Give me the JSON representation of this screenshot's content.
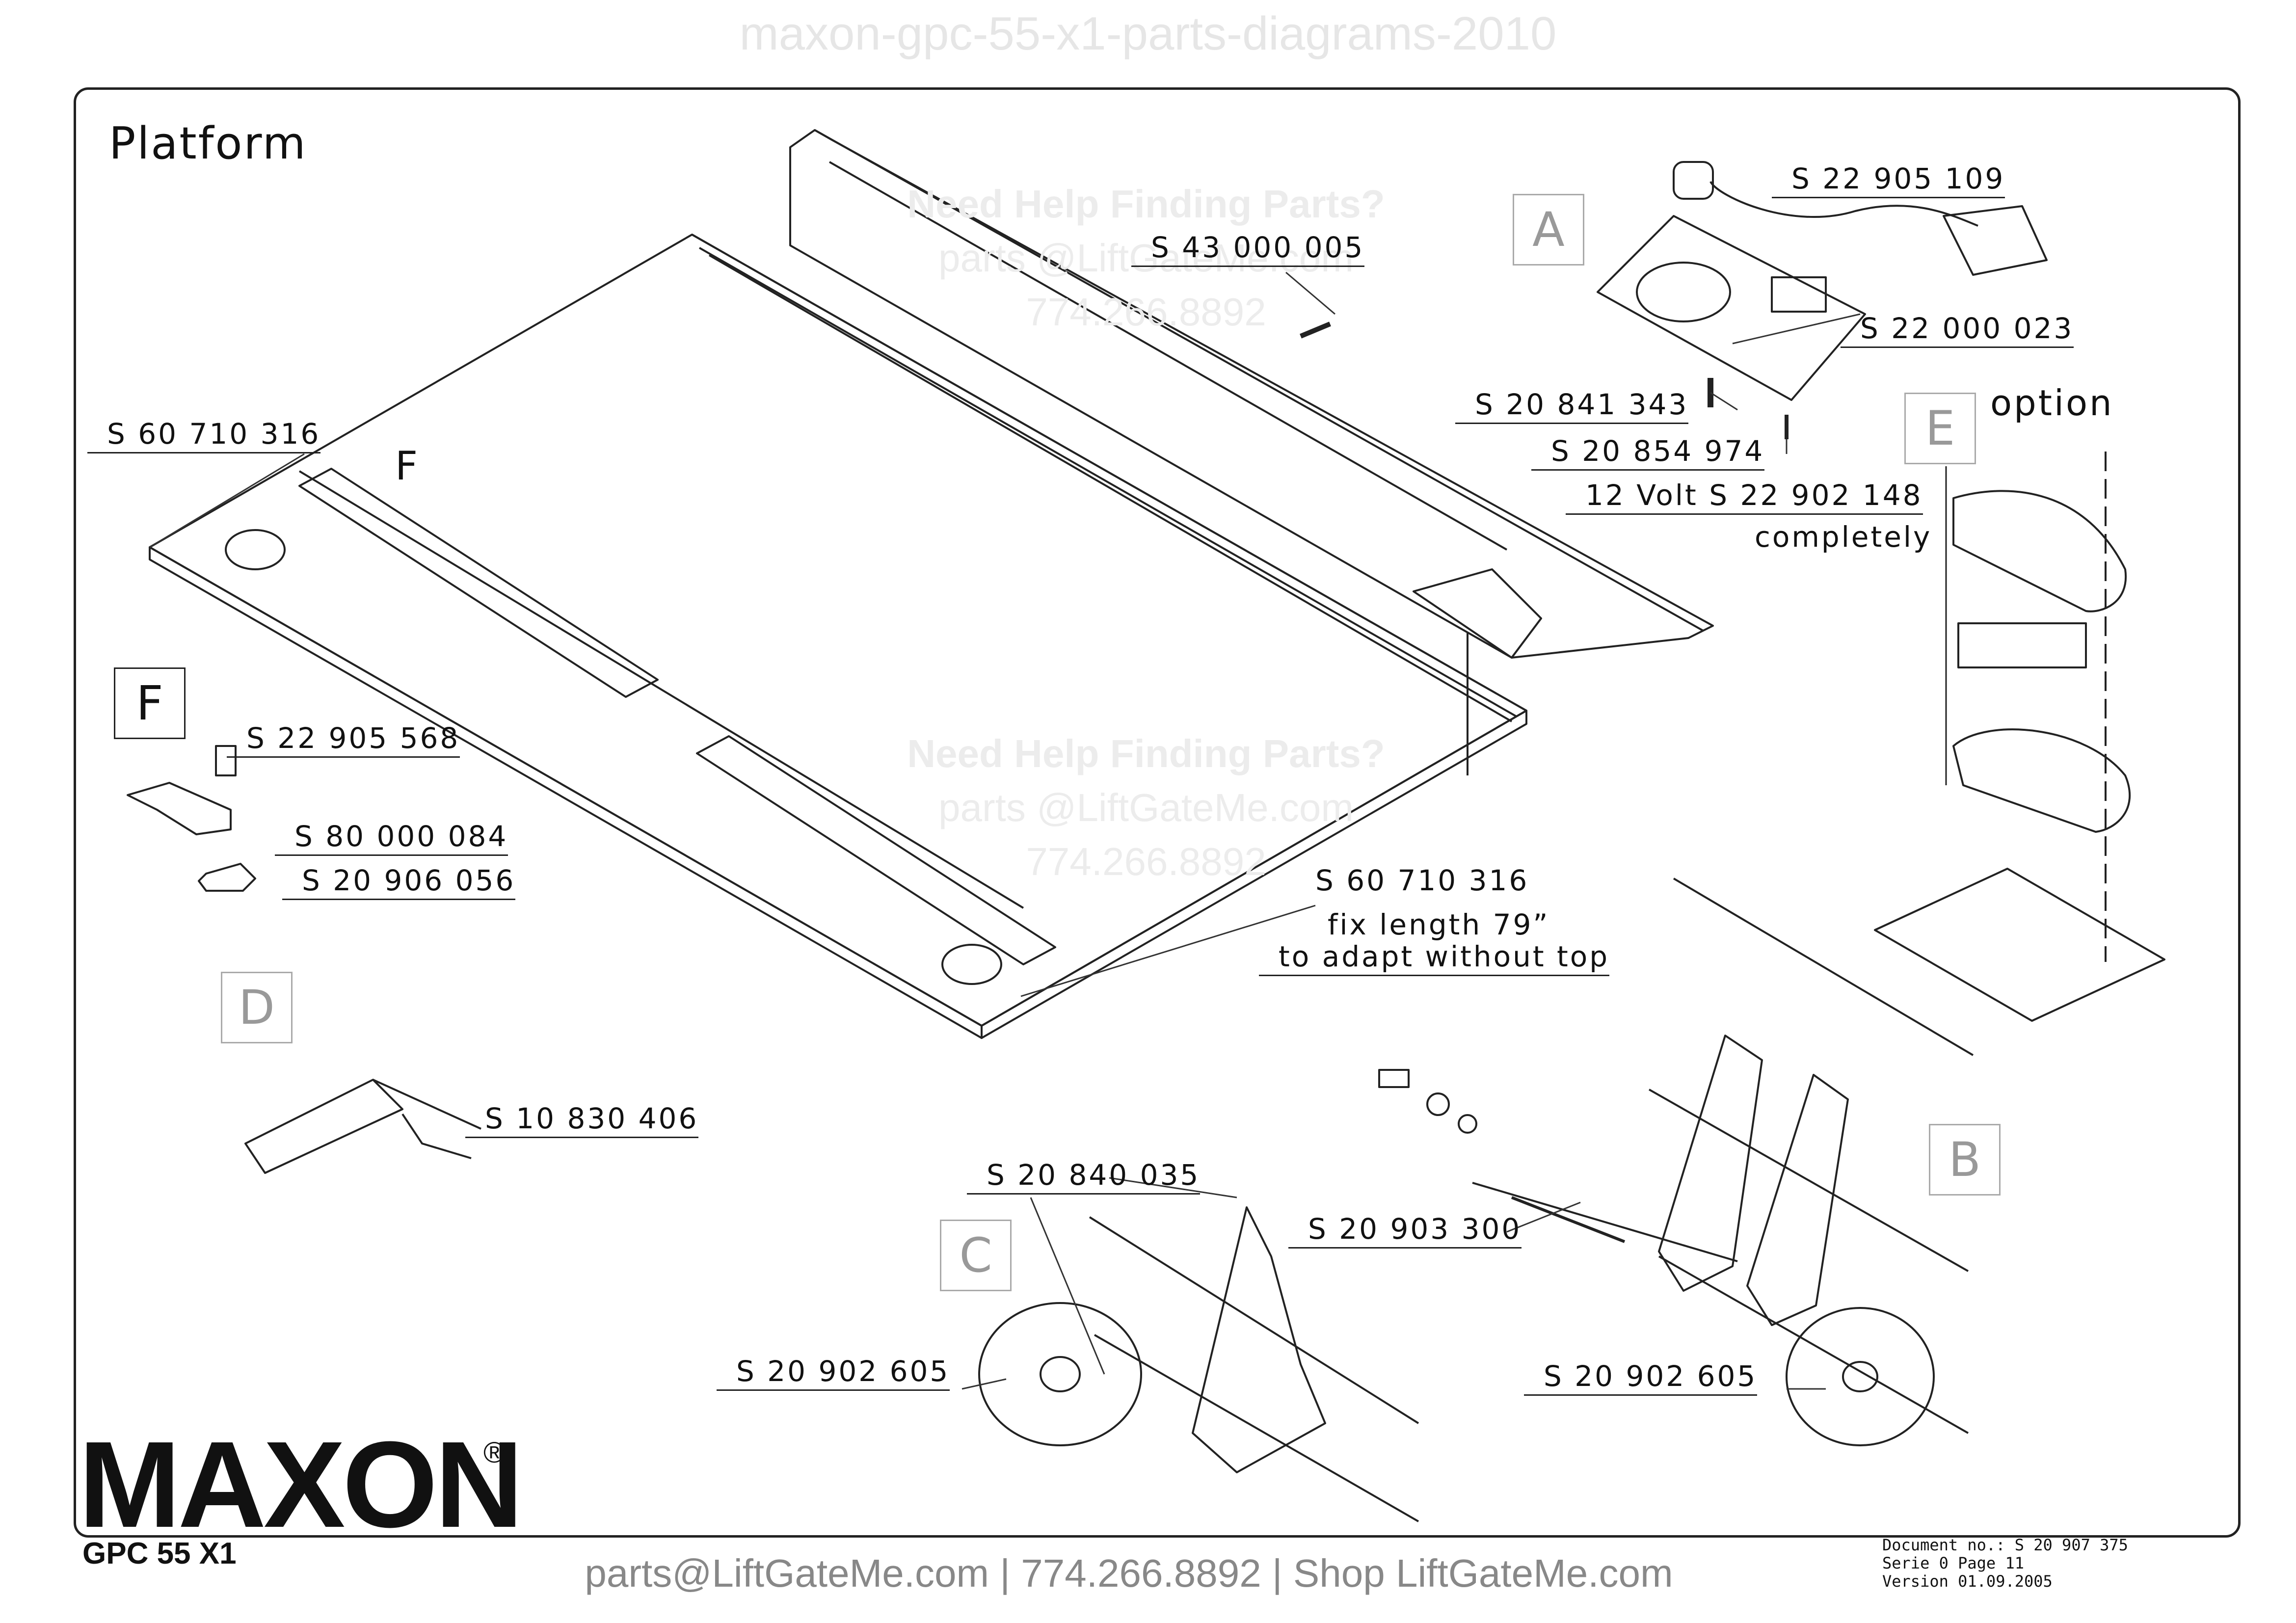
{
  "watermark_top": "maxon-gpc-55-x1-parts-diagrams-2010",
  "title": "Platform",
  "help_blocks": [
    {
      "line1": "Need Help Finding Parts?",
      "line2": "parts @LiftGateMe.com",
      "line3": "774.266.8892"
    },
    {
      "line1": "Need Help Finding Parts?",
      "line2": "parts @LiftGateMe.com",
      "line3": "774.266.8892"
    }
  ],
  "callouts": {
    "A": "A",
    "B": "B",
    "C": "C",
    "D": "D",
    "E": "E",
    "F": "F",
    "F_box": "F"
  },
  "parts": {
    "p_22905109": "S 22 905 109",
    "p_43000005": "S 43 000 005",
    "p_22000023": "S 22 000 023",
    "p_20841343": "S 20 841 343",
    "p_20854974": "S 20 854 974",
    "p_12volt": "12 Volt  S 22 902 148",
    "p_completely": "completely",
    "p_option": "option",
    "p_60710316_a": "S 60 710 316",
    "p_22905568": "S 22 905 568",
    "p_80000084": "S 80 000 084",
    "p_20906056": "S 20 906 056",
    "p_60710316_b": "S 60 710 316",
    "p_fixlength": "fix length 79”",
    "p_adapt": "to adapt without top",
    "p_10830406": "S 10 830 406",
    "p_20840035": "S 20 840 035",
    "p_20903300": "S 20 903 300",
    "p_20902605_a": "S 20 902 605",
    "p_20902605_b": "S 20 902 605"
  },
  "footer": {
    "contact": "parts@LiftGateMe.com | 774.266.8892 | Shop LiftGateMe.com",
    "brand": "MAXON",
    "registered": "®",
    "model": "GPC 55 X1",
    "doc_no": "Document no.:  S 20 907 375",
    "serie": "Serie 0  Page 11",
    "version": "Version  01.09.2005"
  }
}
